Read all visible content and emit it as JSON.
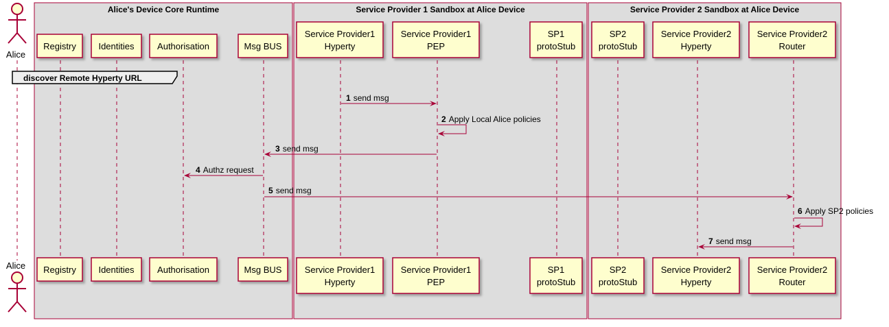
{
  "boxes": [
    {
      "title": "Alice's Device Core Runtime"
    },
    {
      "title": "Service Provider 1 Sandbox at Alice Device"
    },
    {
      "title": "Service Provider 2 Sandbox at Alice Device"
    }
  ],
  "actor": {
    "name": "Alice"
  },
  "participants": [
    {
      "key": "registry",
      "lines": [
        "Registry"
      ]
    },
    {
      "key": "identities",
      "lines": [
        "Identities"
      ]
    },
    {
      "key": "authorisation",
      "lines": [
        "Authorisation"
      ]
    },
    {
      "key": "msgbus",
      "lines": [
        "Msg BUS"
      ]
    },
    {
      "key": "sp1hyperty",
      "lines": [
        "Service Provider1",
        "Hyperty"
      ]
    },
    {
      "key": "sp1pep",
      "lines": [
        "Service Provider1",
        "PEP"
      ]
    },
    {
      "key": "sp1protostub",
      "lines": [
        "SP1",
        "protoStub"
      ]
    },
    {
      "key": "sp2protostub",
      "lines": [
        "SP2",
        "protoStub"
      ]
    },
    {
      "key": "sp2hyperty",
      "lines": [
        "Service Provider2",
        "Hyperty"
      ]
    },
    {
      "key": "sp2router",
      "lines": [
        "Service Provider2",
        "Router"
      ]
    }
  ],
  "ref": {
    "label": "discover Remote Hyperty URL"
  },
  "messages": [
    {
      "num": "1",
      "label": "send msg",
      "from": "sp1hyperty",
      "to": "sp1pep"
    },
    {
      "num": "2",
      "label": "Apply Local Alice policies",
      "from": "sp1pep",
      "to": "sp1pep"
    },
    {
      "num": "3",
      "label": "send msg",
      "from": "sp1pep",
      "to": "msgbus"
    },
    {
      "num": "4",
      "label": "Authz request",
      "from": "msgbus",
      "to": "authorisation"
    },
    {
      "num": "5",
      "label": "send msg",
      "from": "msgbus",
      "to": "sp2router"
    },
    {
      "num": "6",
      "label": "Apply SP2 policies",
      "from": "sp2router",
      "to": "sp2router"
    },
    {
      "num": "7",
      "label": "send msg",
      "from": "sp2router",
      "to": "sp2hyperty"
    }
  ],
  "colors": {
    "box_fill": "#dddddd",
    "box_border": "#a80036",
    "participant_fill": "#fefece",
    "participant_border": "#a80036",
    "arrow": "#a80036",
    "lifeline": "#a80036",
    "ref_fill": "#eeeeee"
  }
}
